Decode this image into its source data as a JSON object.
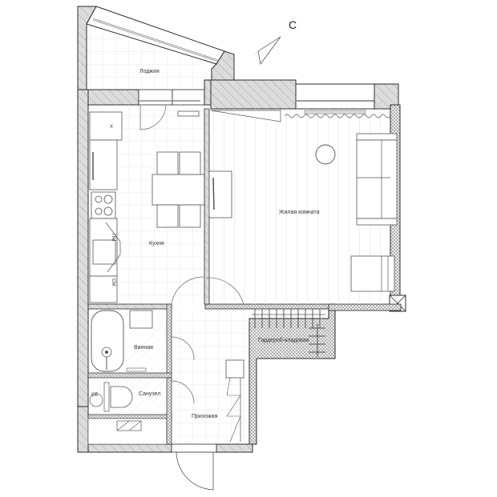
{
  "plan": {
    "rooms": {
      "loggia": "Лоджия",
      "kitchen": "Кухня",
      "living_room": "Жилая комната",
      "bathroom": "Ванная",
      "toilet": "Санузел",
      "hallway": "Прихожая",
      "wardrobe": "Гардероб-кладовая"
    },
    "appliance_labels": {
      "dishwasher": "ПМ",
      "washer": "СМ",
      "boiler_mark": "X",
      "toilet_mark": "CE"
    },
    "compass": {
      "north_label": "С"
    },
    "colors": {
      "wall_line": "#2b2b2b",
      "wall_fill": "#dcdcdc",
      "partition_fill": "#bdbdbd",
      "tile_grid": "#e4e4e4",
      "floor_stripes": "#e9e9e9",
      "furniture_line": "#555555"
    }
  }
}
